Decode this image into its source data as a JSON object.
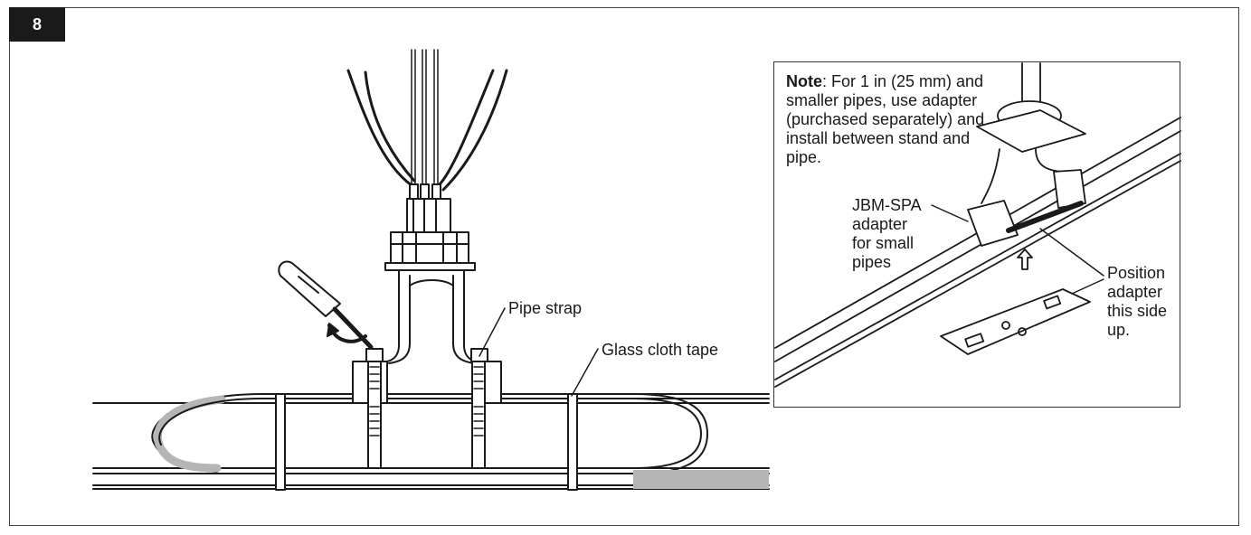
{
  "step_number": "8",
  "labels": {
    "pipe_strap": "Pipe strap",
    "glass_cloth_tape": "Glass cloth tape",
    "jbm_spa": "JBM-SPA\nadapter\nfor small\npipes",
    "position_adapter": "Position\nadapter\nthis side\nup."
  },
  "note": {
    "title": "Note",
    "body": ": For 1 in (25 mm) and smaller pipes, use adapter (purchased separately) and install between stand and pipe."
  },
  "colors": {
    "ink": "#1a1a1a",
    "heating_cable_gray": "#b5b5b5"
  }
}
